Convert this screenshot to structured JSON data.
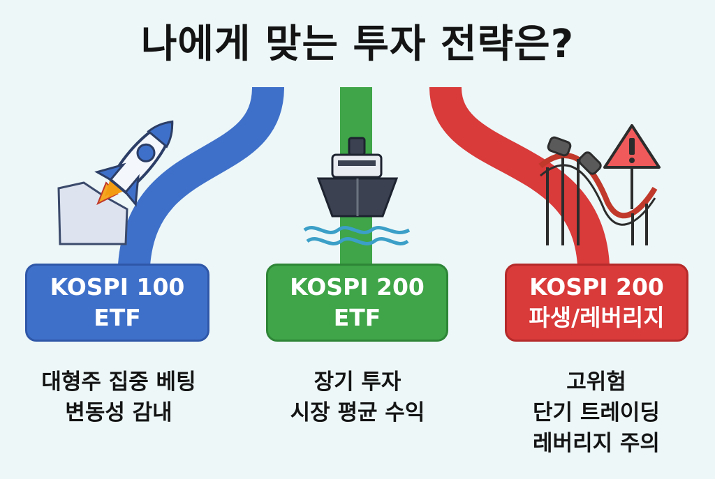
{
  "title": "나에게 맞는 투자 전략은?",
  "strategies": [
    {
      "box_line1": "KOSPI 100",
      "box_line2": "ETF",
      "desc": [
        "대형주 집중 베팅",
        "변동성 감내"
      ],
      "color": "#3f70c9",
      "icon": "rocket-icon"
    },
    {
      "box_line1": "KOSPI 200",
      "box_line2": "ETF",
      "desc": [
        "장기 투자",
        "시장 평균 수익"
      ],
      "color": "#3fa548",
      "icon": "ship-icon"
    },
    {
      "box_line1": "KOSPI 200",
      "box_line2": "파생/레버리지",
      "desc": [
        "고위험",
        "단기 트레이딩",
        "레버리지 주의"
      ],
      "color": "#d93a3a",
      "icon": "roller-coaster-warning-icon"
    }
  ]
}
